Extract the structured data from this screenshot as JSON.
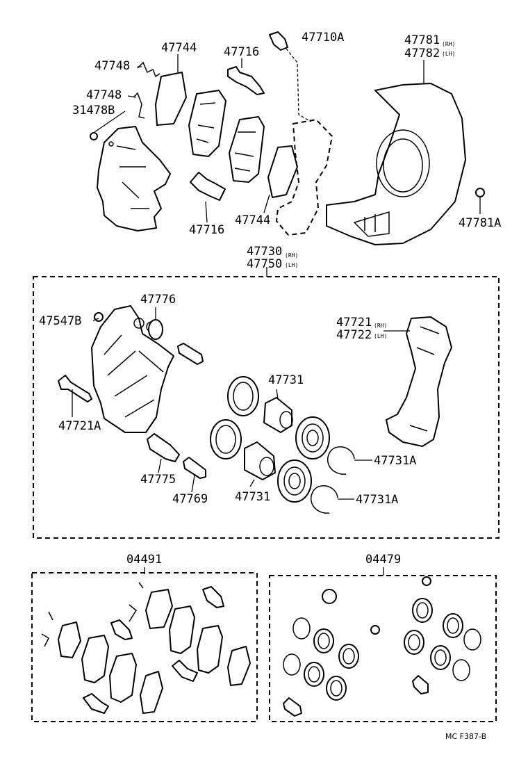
{
  "labels": {
    "p47710A": "47710A",
    "p47781": "47781",
    "p47782": "47782",
    "p47781_note": "(RH)",
    "p47782_note": "(LH)",
    "p47744_top": "47744",
    "p47716_top": "47716",
    "p47748_a": "47748",
    "p47748_b": "47748",
    "p31478B": "31478B",
    "p47716_bot": "47716",
    "p47744_bot": "47744",
    "p47781A": "47781A",
    "p47730": "47730",
    "p47750": "47750",
    "p47730_note": "(RH)",
    "p47750_note": "(LH)",
    "p47776": "47776",
    "p47547B": "47547B",
    "p47721": "47721",
    "p47722": "47722",
    "p47721_note": "(RH)",
    "p47722_note": "(LH)",
    "p47731_top": "47731",
    "p47721A": "47721A",
    "p47731A_top": "47731A",
    "p47775": "47775",
    "p47769": "47769",
    "p47731_bot": "47731",
    "p47731A_bot": "47731A",
    "p04491": "04491",
    "p04479": "04479"
  },
  "diagram_code": "MC  F387-B"
}
